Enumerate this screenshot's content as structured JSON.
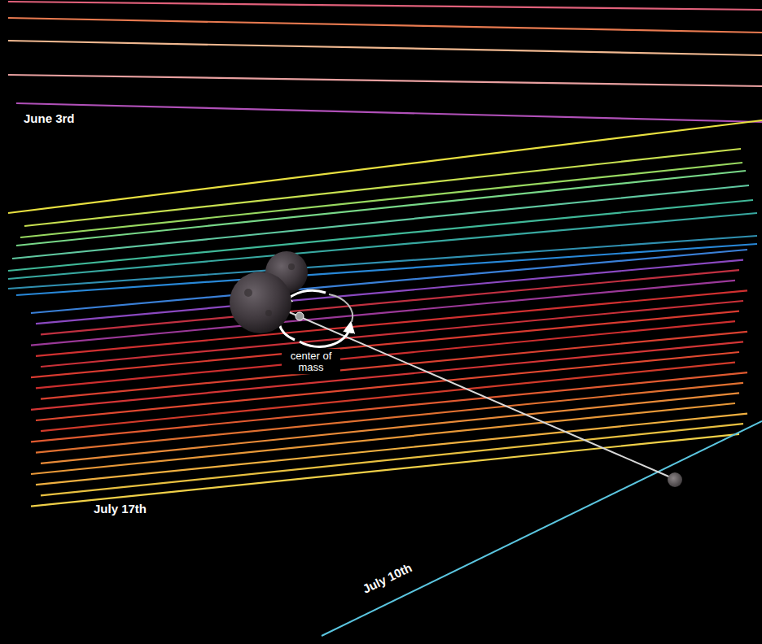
{
  "diagram": {
    "labels": [
      "June 3rd",
      "center of mass",
      "July 17th",
      "July 10th"
    ]
  }
}
